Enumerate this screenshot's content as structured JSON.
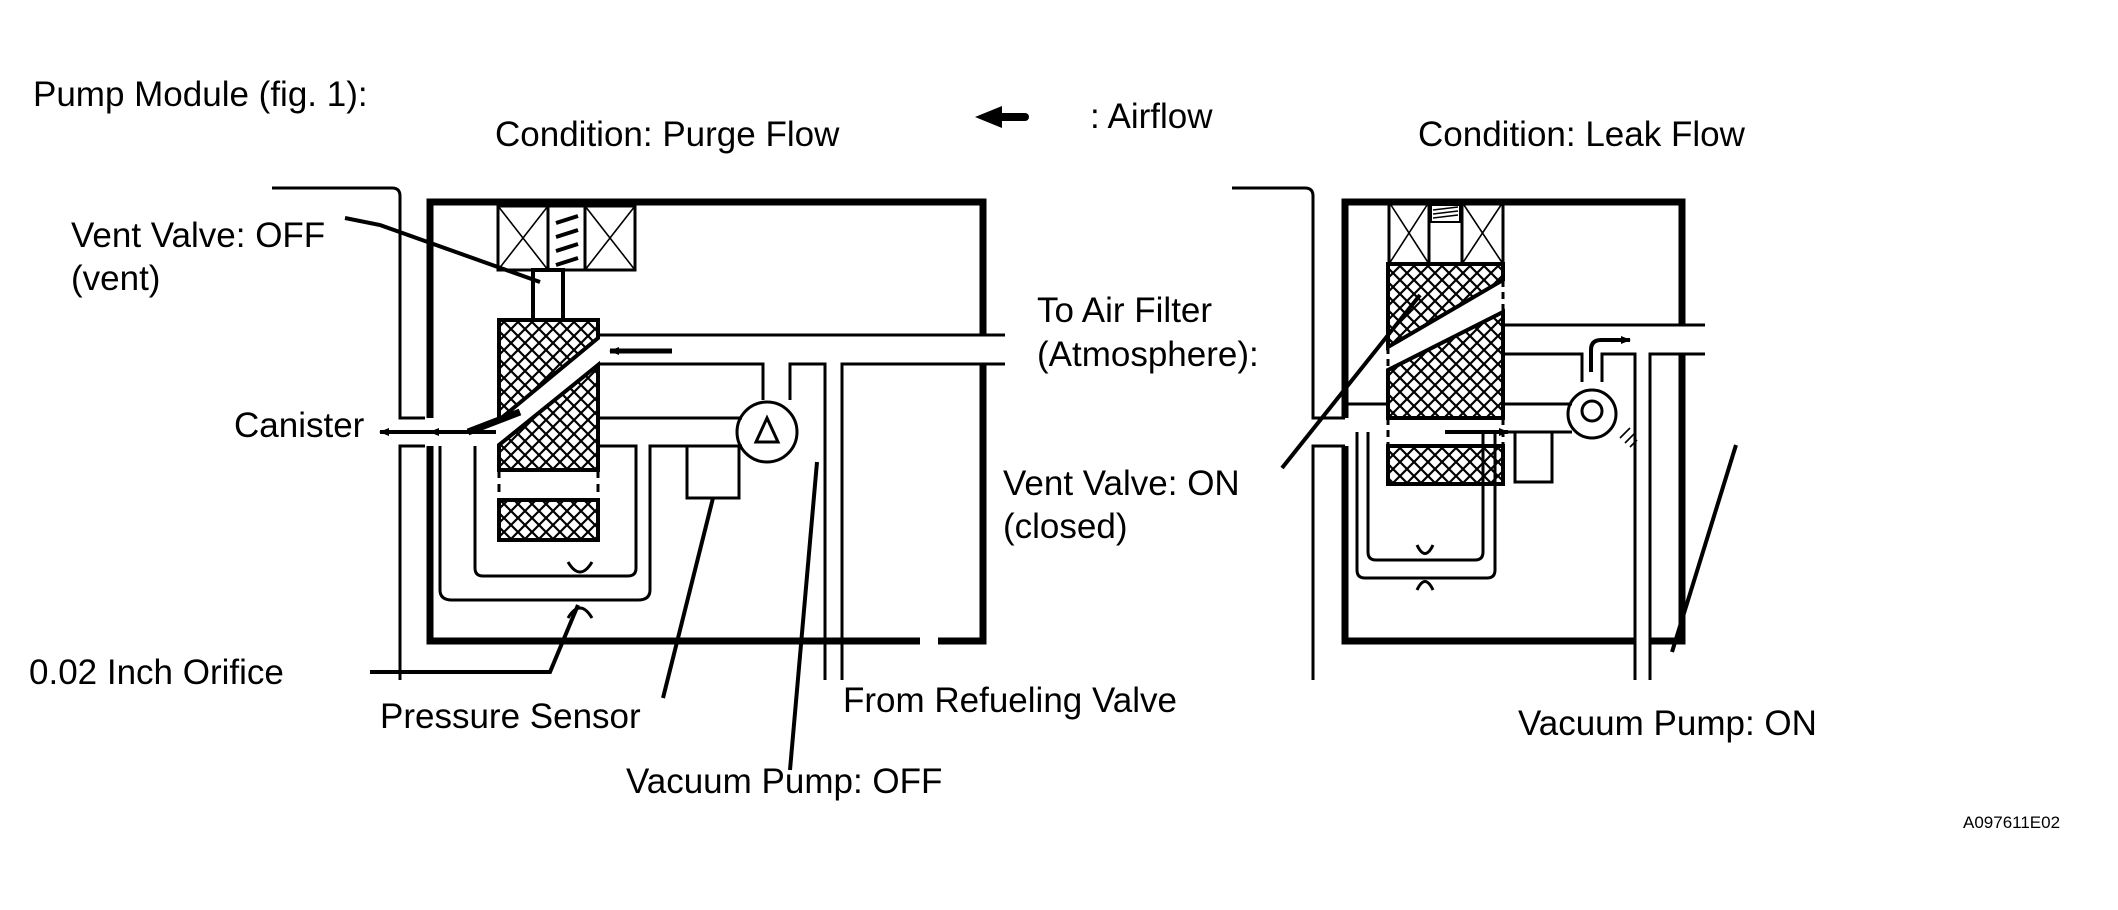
{
  "figure": {
    "title": "Pump Module (fig. 1):",
    "legend": {
      "arrow_icon": "left-arrow-icon",
      "label": ": Airflow"
    },
    "code": "A097611E02"
  },
  "left_panel": {
    "condition": "Condition: Purge Flow",
    "labels": {
      "vent_valve_line1": "Vent Valve: OFF",
      "vent_valve_line2": "(vent)",
      "canister": "Canister",
      "orifice": "0.02 Inch Orifice",
      "pressure_sensor": "Pressure Sensor",
      "vacuum_pump": "Vacuum Pump: OFF",
      "refueling_valve": "From Refueling Valve",
      "air_filter_line1": "To Air Filter",
      "air_filter_line2": "(Atmosphere):"
    },
    "pump_symbol": "triangle-in-circle",
    "vent_valve_state": "OFF",
    "pump_state": "OFF"
  },
  "right_panel": {
    "condition": "Condition: Leak Flow",
    "labels": {
      "vent_valve_line1": "Vent Valve: ON",
      "vent_valve_line2": "(closed)",
      "vacuum_pump": "Vacuum Pump: ON"
    },
    "pump_symbol": "circle-in-circle",
    "vent_valve_state": "ON",
    "pump_state": "ON"
  }
}
